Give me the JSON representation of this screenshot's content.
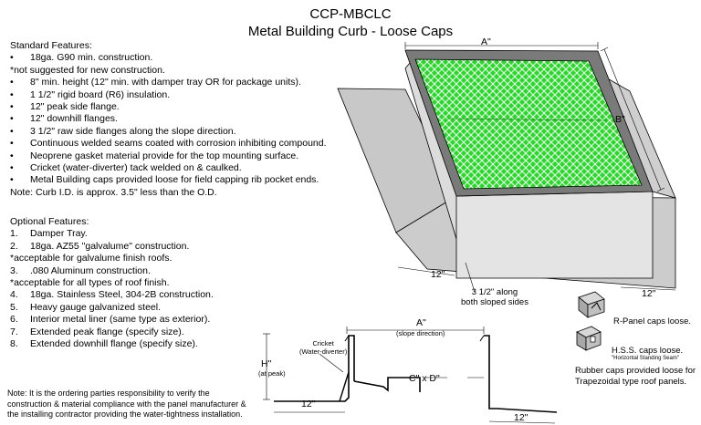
{
  "header": {
    "title": "CCP-MBCLC",
    "subtitle": "Metal Building Curb - Loose Caps"
  },
  "standard": {
    "heading": "Standard Features:",
    "items": [
      {
        "bullet": "•",
        "text": "18ga. G90 min. construction."
      },
      {
        "bullet": "",
        "text": "*not suggested for new construction.",
        "note": true
      },
      {
        "bullet": "•",
        "text": "8\" min. height (12\" min. with damper tray OR for package units)."
      },
      {
        "bullet": "•",
        "text": "1 1/2\" rigid board (R6) insulation."
      },
      {
        "bullet": "•",
        "text": "12\" peak side flange."
      },
      {
        "bullet": "•",
        "text": "12\" downhill flanges."
      },
      {
        "bullet": "•",
        "text": "3 1/2\" raw side flanges along the slope direction."
      },
      {
        "bullet": "•",
        "text": "Continuous welded seams coated with corrosion inhibiting compound."
      },
      {
        "bullet": "•",
        "text": "Neoprene gasket material provide for the top mounting surface."
      },
      {
        "bullet": "•",
        "text": "Cricket (water-diverter) tack welded on & caulked."
      },
      {
        "bullet": "•",
        "text": "Metal Building caps provided loose for field capping rib pocket ends."
      },
      {
        "bullet": "",
        "text": "Note: Curb I.D. is approx. 3.5\" less than the O.D.",
        "note": true
      }
    ]
  },
  "optional": {
    "heading": "Optional Features:",
    "items": [
      {
        "bullet": "1.",
        "text": "Damper Tray."
      },
      {
        "bullet": "2.",
        "text": "18ga. AZ55 \"galvalume\" construction."
      },
      {
        "bullet": "",
        "text": "*acceptable for galvalume finish roofs.",
        "note": true
      },
      {
        "bullet": "3.",
        "text": ".080 Aluminum construction."
      },
      {
        "bullet": "",
        "text": "*acceptable for all types of roof finish.",
        "note": true
      },
      {
        "bullet": "4.",
        "text": "18ga. Stainless Steel, 304-2B construction."
      },
      {
        "bullet": "5.",
        "text": "Heavy gauge galvanized steel."
      },
      {
        "bullet": "6.",
        "text": "Interior metal liner (same type as exterior)."
      },
      {
        "bullet": "7.",
        "text": "Extended peak flange (specify size)."
      },
      {
        "bullet": "8.",
        "text": "Extended downhill flange (specify size)."
      }
    ]
  },
  "footer_note": {
    "lines": [
      "Note: It is the ordering parties responsibility to verify the",
      "construction & material compliance with the panel manufacturer &",
      "the installing contractor providing the water-tightness installation."
    ]
  },
  "iso_drawing": {
    "dim_a": "A\"",
    "dim_b": "B\"",
    "flange_left": "12\"",
    "flange_right": "12\"",
    "side_note_line1": "3 1/2\" along",
    "side_note_line2": "both sloped sides"
  },
  "section_drawing": {
    "dim_a": "A\"",
    "slope_note": "(slope direction)",
    "cricket_line1": "Cricket",
    "cricket_line2": "(Water-diverter)",
    "dim_h": "H\"",
    "peak_note": "(at peak)",
    "dim_cd": "C\" x D\"",
    "flange_left": "12\"",
    "flange_right": "12\""
  },
  "caps": {
    "r_panel": "R-Panel caps loose.",
    "hss": "H.S.S. caps loose.",
    "hss_note": "\"Horizontal Standing Seam\"",
    "rubber_line1": "Rubber caps provided loose for",
    "rubber_line2": "Trapezoidal type roof panels."
  },
  "colors": {
    "insulation_green": "#22dd22",
    "flange_gray": "#c8c8c8",
    "wall_gray": "#e2e2e2",
    "rim_gray": "#7a7a7a"
  }
}
